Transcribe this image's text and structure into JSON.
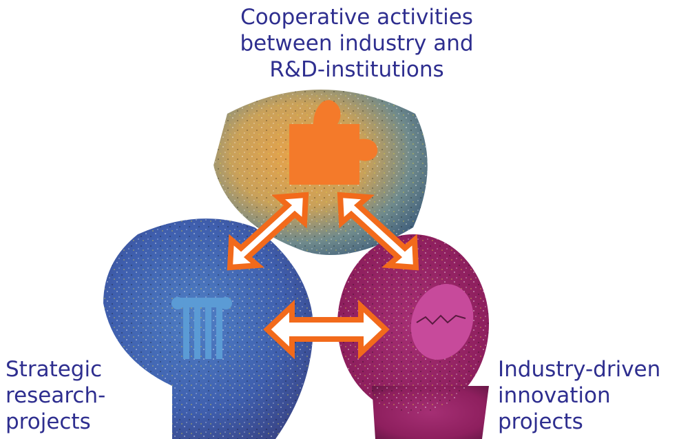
{
  "diagram": {
    "top_label_lines": [
      "Cooperative activities",
      "between industry and",
      "R&D-institutions"
    ],
    "left_label_lines": [
      "Strategic",
      "research-",
      "projects"
    ],
    "right_label_lines": [
      "Industry-driven",
      "innovation",
      "projects"
    ],
    "colors": {
      "label_text": "#2e2e8f",
      "arrow_outline": "#f26a1b",
      "arrow_fill": "#ffffff",
      "puzzle_piece": "#f47a2a",
      "pillar": "#5b9bd5",
      "egg": "#c74a9b"
    },
    "icons": {
      "top": "puzzle-piece-icon",
      "left": "pillar-icon",
      "right": "cracked-egg-icon"
    }
  }
}
